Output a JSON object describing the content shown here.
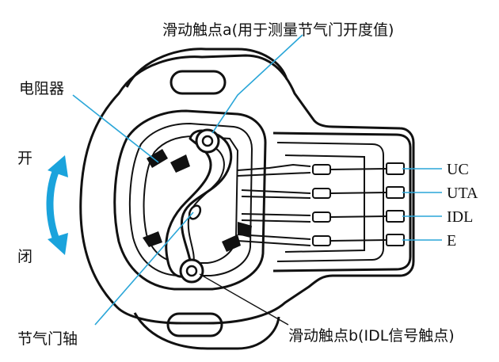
{
  "labels": {
    "contact_a": "滑动触点a(用于测量节气门开度值)",
    "resistor": "电阻器",
    "open": "开",
    "close": "闭",
    "throttle_shaft": "节气门轴",
    "contact_b": "滑动触点b(IDL信号触点)"
  },
  "pins": [
    "UC",
    "UTA",
    "IDL",
    "E"
  ],
  "colors": {
    "arrow": "#1aa3dc",
    "leader": "#2aa6d8",
    "ink": "#111111"
  }
}
